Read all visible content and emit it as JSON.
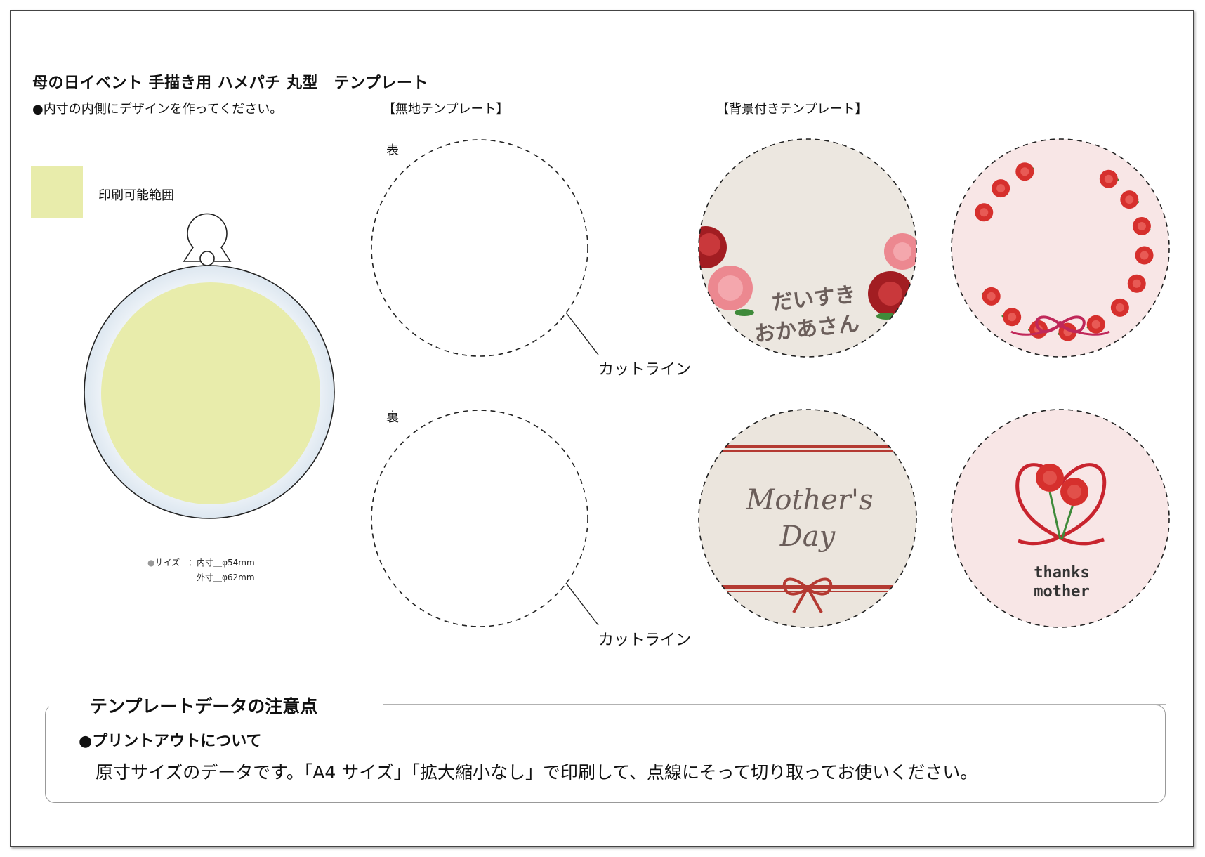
{
  "title": "母の日イベント 手描き用 ハメパチ 丸型　テンプレート",
  "instruction": "●内寸の内側にデザインを作ってください。",
  "legend": {
    "label": "印刷可能範囲",
    "color": "#e8ecab"
  },
  "size_info": {
    "bullet": "●",
    "label": "サイズ　：",
    "inner": "内寸＿φ54mm",
    "outer": "外寸＿φ62mm"
  },
  "plain_section": {
    "heading": "【無地テンプレート】",
    "front": "表",
    "back": "裏",
    "cut_line": "カットライン"
  },
  "bg_section": {
    "heading": "【背景付きテンプレート】"
  },
  "templates": {
    "t1": {
      "text_line1": "だいすき",
      "text_line2": "おかあさん",
      "bg": "#ece7e0"
    },
    "t2": {
      "bg": "#f8e6e6"
    },
    "t3": {
      "text_line1": "Mother's",
      "text_line2": "Day",
      "bg": "#ebe5dd"
    },
    "t4": {
      "text_line1": "thanks",
      "text_line2": "mother",
      "bg": "#f8e6e6"
    }
  },
  "notice": {
    "title": "テンプレートデータの注意点",
    "subtitle": "●プリントアウトについて",
    "body": "原寸サイズのデータです。「A4 サイズ」「拡大縮小なし」で印刷して、点線にそって切り取ってお使いください。"
  },
  "colors": {
    "carnation": "#d6302d",
    "carnation_dark": "#a21d22",
    "carnation_pink": "#ec8890",
    "ribbon": "#b8303a",
    "leaf": "#3f8a3a",
    "text_gray": "#6b5e5a"
  }
}
